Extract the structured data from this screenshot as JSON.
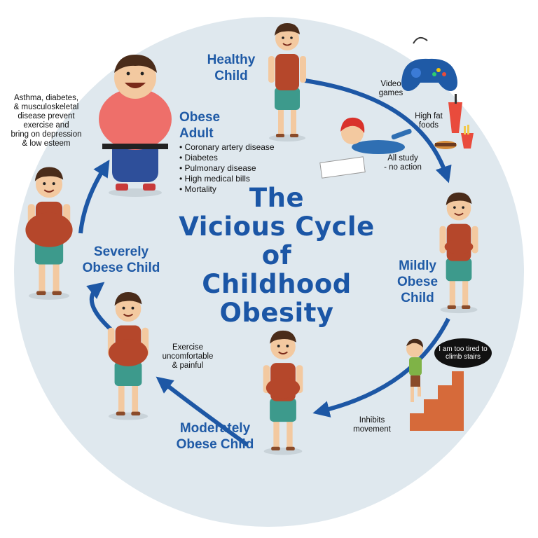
{
  "title": {
    "line1": "The",
    "line2": "Vicious Cycle",
    "line3": "of",
    "line4": "Childhood",
    "line5": "Obesity"
  },
  "stages": {
    "healthy_child": {
      "line1": "Healthy",
      "line2": "Child"
    },
    "mildly_obese": {
      "line1": "Mildly",
      "line2": "Obese",
      "line3": "Child"
    },
    "moderately_obese": {
      "line1": "Moderately",
      "line2": "Obese Child"
    },
    "severely_obese": {
      "line1": "Severely",
      "line2": "Obese Child"
    },
    "obese_adult": {
      "line1": "Obese",
      "line2": "Adult",
      "risks": [
        "Coronary artery disease",
        "Diabetes",
        "Pulmonary disease",
        "High medical bills",
        "Mortality"
      ]
    }
  },
  "notes": {
    "video_games": {
      "line1": "Video",
      "line2": "games"
    },
    "high_fat_foods": {
      "line1": "High fat",
      "line2": "foods"
    },
    "all_study": {
      "line1": "All study",
      "line2": "- no action"
    },
    "inhibits_movement": {
      "line1": "Inhibits",
      "line2": "movement"
    },
    "exercise": {
      "line1": "Exercise",
      "line2": "uncomfortable",
      "line3": "& painful"
    },
    "asthma": {
      "line1": "Asthma, diabetes,",
      "line2": "& musculoskeletal",
      "line3": "disease prevent",
      "line4": "exercise and",
      "line5": "bring on depression",
      "line6": "& low esteem"
    }
  },
  "speech_bubble": "I am too tired to climb stairs",
  "colors": {
    "circle": "#dfe8ee",
    "arrow": "#1d57a5",
    "label": "#1f5aa6",
    "shirt": "#b5472b",
    "shorts": "#3d9a8c",
    "skin": "#f3c9a0"
  }
}
